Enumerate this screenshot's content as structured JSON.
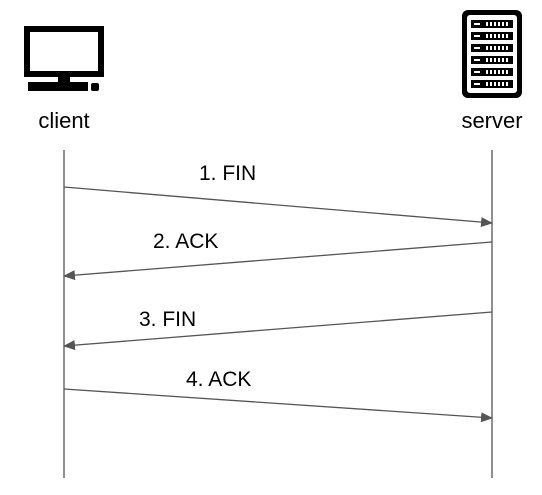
{
  "actors": {
    "client": {
      "label": "client",
      "icon": "computer-icon"
    },
    "server": {
      "label": "server",
      "icon": "server-rack-icon"
    }
  },
  "messages": [
    {
      "label": "1. FIN",
      "from": "client",
      "to": "server"
    },
    {
      "label": "2. ACK",
      "from": "server",
      "to": "client"
    },
    {
      "label": "3. FIN",
      "from": "server",
      "to": "client"
    },
    {
      "label": "4. ACK",
      "from": "client",
      "to": "server"
    }
  ],
  "colors": {
    "lifeline": "#555555",
    "arrow": "#555555",
    "icon": "#000000"
  }
}
